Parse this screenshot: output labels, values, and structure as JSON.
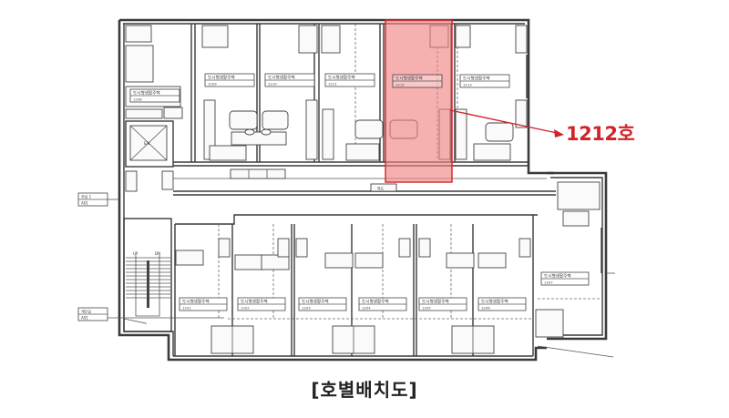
{
  "caption": "[호별배치도]",
  "callout": {
    "unit_label": "1212호",
    "color": "#d2232a",
    "highlight_fill": "#f08080",
    "highlight_opacity": 0.65
  },
  "corridor_label": "복도",
  "elevator_label": "E/V",
  "stair_labels": {
    "up": "UP",
    "down": "DN"
  },
  "side_tags": [
    {
      "line1": "전실 1",
      "line2": "A01"
    },
    {
      "line1": "계단실",
      "line2": "A01"
    }
  ],
  "units_top": [
    {
      "type": "도시형생활주택",
      "number": "1209"
    },
    {
      "type": "도시형생활주택",
      "number": "1210"
    },
    {
      "type": "도시형생활주택",
      "number": "1211"
    },
    {
      "type": "도시형생활주택",
      "number": "1212",
      "highlighted": true
    },
    {
      "type": "도시형생활주택",
      "number": "1213"
    }
  ],
  "units_bottom": [
    {
      "type": "도시형생활주택",
      "number": "1201"
    },
    {
      "type": "도시형생활주택",
      "number": "1202"
    },
    {
      "type": "도시형생활주택",
      "number": "1203"
    },
    {
      "type": "도시형생활주택",
      "number": "1204"
    },
    {
      "type": "도시형생활주택",
      "number": "1205"
    },
    {
      "type": "도시형생활주택",
      "number": "1206"
    }
  ],
  "unit_corner": {
    "type": "도시형생활주택",
    "number": "1207"
  },
  "unit_left_small": {
    "type": "도시형생활주택",
    "number": "1208"
  }
}
